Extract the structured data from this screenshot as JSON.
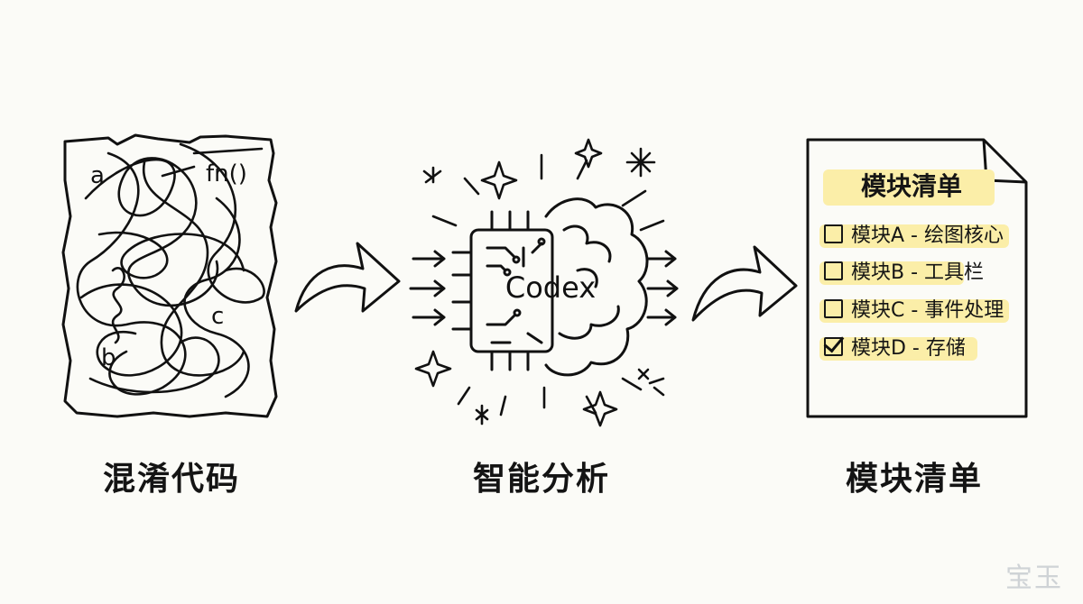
{
  "steps": [
    {
      "caption": "混淆代码"
    },
    {
      "caption": "智能分析"
    },
    {
      "caption": "模块清单"
    }
  ],
  "code_tokens": {
    "a": "a",
    "fn": "fn()",
    "b": "b",
    "c": "c"
  },
  "chip_label": "Codex",
  "doc": {
    "title": "模块清单",
    "items": [
      {
        "label": "模块A - 绘图核心",
        "checked": false
      },
      {
        "label": "模块B - 工具栏",
        "checked": false
      },
      {
        "label": "模块C - 事件处理",
        "checked": false
      },
      {
        "label": "模块D - 存储",
        "checked": true
      }
    ]
  },
  "watermark": "宝玉",
  "colors": {
    "highlight": "#fbeea8",
    "ink": "#111111",
    "background": "#fbfbf7"
  }
}
